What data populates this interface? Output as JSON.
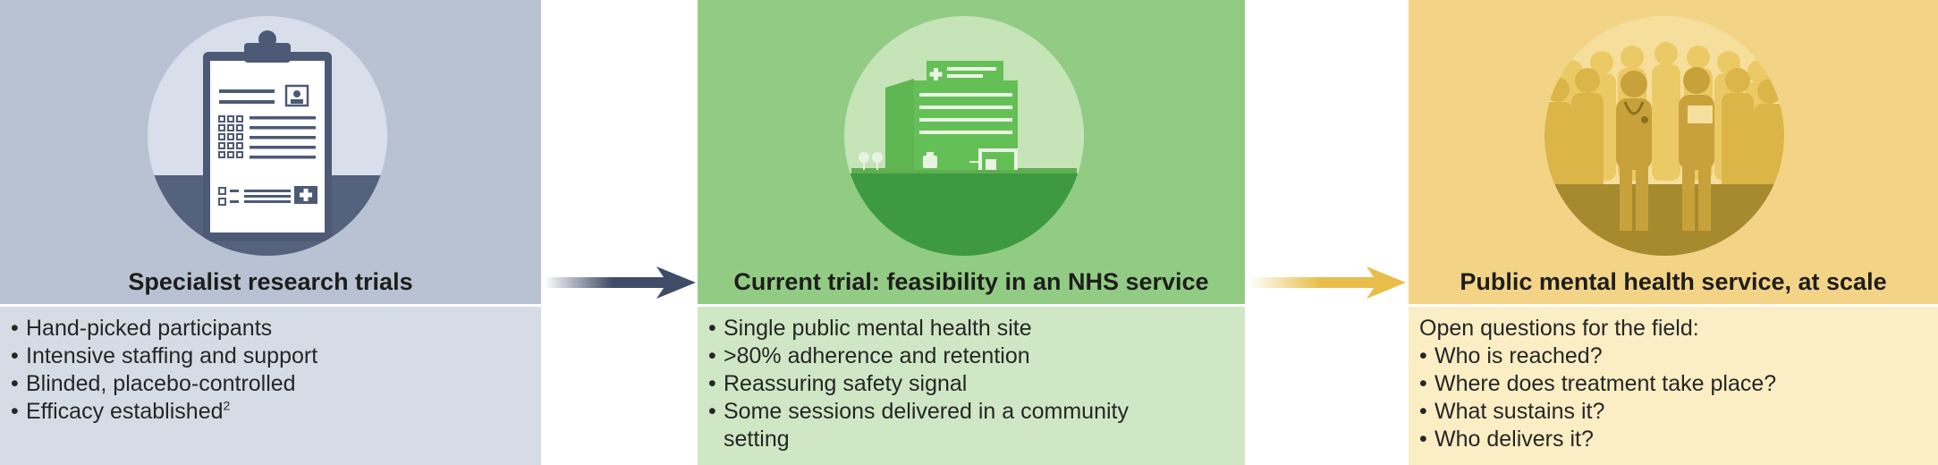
{
  "colors": {
    "panel1_top": "#b8c2d3",
    "panel1_bottom": "#d5dce6",
    "panel1_circle": "#d8dfea",
    "panel1_dark": "#4d5a76",
    "panel2_top": "#92cc84",
    "panel2_bottom": "#cfe7c5",
    "panel2_circle": "#c5e4b8",
    "panel2_dark": "#3d9a40",
    "panel3_top": "#f3d487",
    "panel3_bottom": "#fbeec4",
    "panel3_circle": "#f6df9c",
    "panel3_dark": "#a68a2e",
    "arrow1": "#3f4c68",
    "arrow2": "#e8bd4a"
  },
  "panels": [
    {
      "title": "Specialist research trials",
      "icon": "clipboard-icon",
      "items": [
        "Hand-picked participants",
        "Intensive staffing and support",
        "Blinded, placebo-controlled",
        "Efficacy established"
      ],
      "superscript": "2"
    },
    {
      "title": "Current trial: feasibility in an NHS service",
      "icon": "hospital-icon",
      "items": [
        "Single public mental health site",
        ">80% adherence and retention",
        "Reassuring safety signal",
        "Some sessions delivered in a community",
        "setting"
      ]
    },
    {
      "title": "Public mental health service, at scale",
      "icon": "crowd-icon",
      "intro": "Open questions for the field:",
      "items": [
        "Who is reached?",
        "Where does treatment take place?",
        "What sustains it?",
        "Who delivers it?"
      ]
    }
  ]
}
